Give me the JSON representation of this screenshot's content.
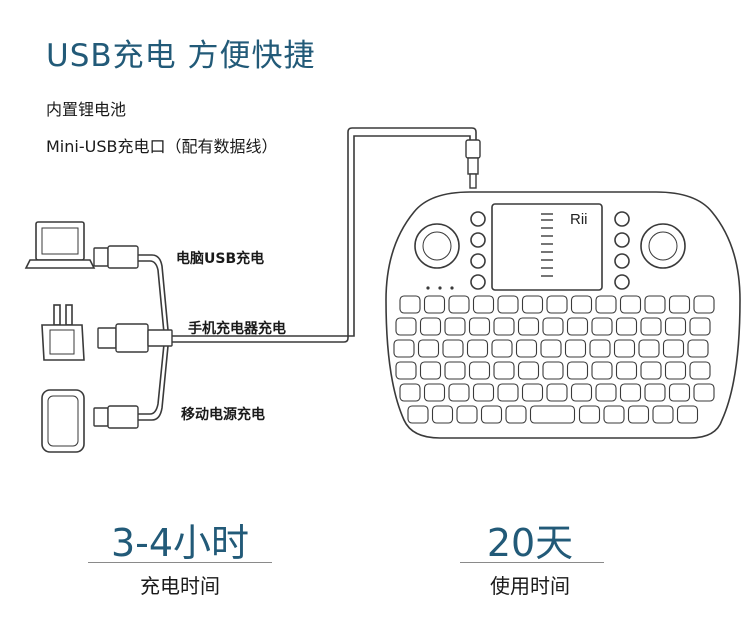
{
  "header": {
    "title": "USB充电  方便快捷",
    "features": [
      "内置锂电池",
      "Mini-USB充电口（配有数据线）"
    ]
  },
  "diagram": {
    "sources": [
      {
        "label": "电脑USB充电",
        "icon": "laptop-icon"
      },
      {
        "label": "手机充电器充电",
        "icon": "wall-charger-icon"
      },
      {
        "label": "移动电源充电",
        "icon": "power-bank-icon"
      }
    ],
    "device_brand": "Rii",
    "colors": {
      "accent": "#225a78",
      "line": "#3a3a3a"
    }
  },
  "stats": {
    "charge": {
      "value": "3-4小时",
      "label": "充电时间"
    },
    "use": {
      "value": "20天",
      "label": "使用时间"
    }
  }
}
